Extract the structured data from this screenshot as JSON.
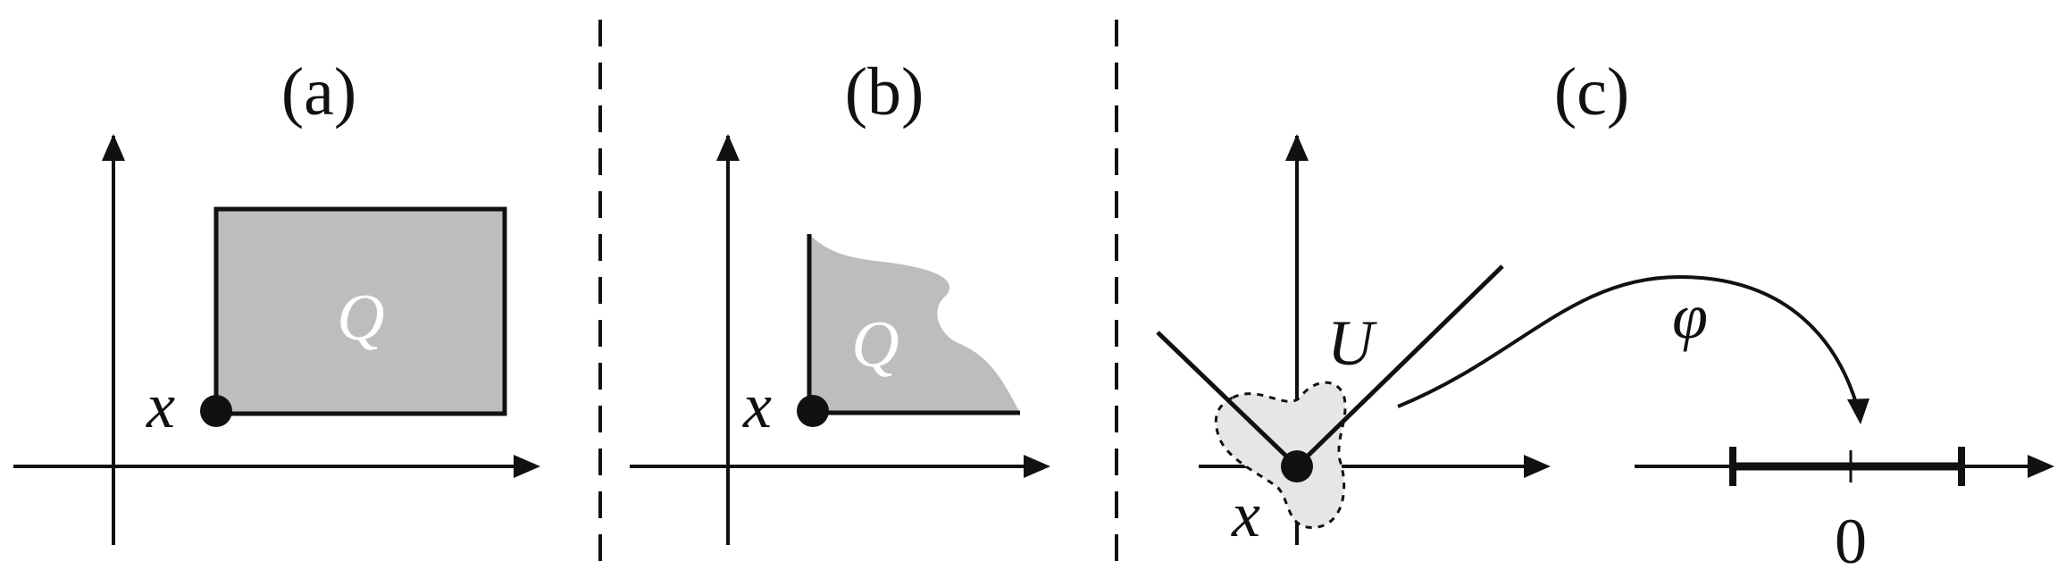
{
  "panels": [
    {
      "label": "(a)",
      "region_label": "Q",
      "point_label": "x"
    },
    {
      "label": "(b)",
      "region_label": "Q",
      "point_label": "x"
    },
    {
      "label": "(c)",
      "neighborhood_label": "U",
      "point_label": "x",
      "map_label": "φ",
      "origin_label": "0"
    }
  ],
  "colors": {
    "region_fill": "#bdbdbd",
    "neighborhood_fill": "#e6e6e6",
    "ink": "#111111"
  },
  "icons": {
    "arrowhead": "arrow-head",
    "point": "filled-dot"
  }
}
